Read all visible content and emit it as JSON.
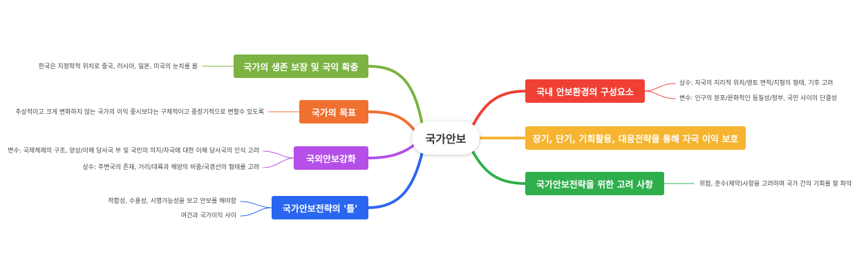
{
  "center": {
    "label": "국가안보"
  },
  "colors": {
    "green": "#7cb342",
    "orange": "#f07030",
    "purple": "#b44fe8",
    "blue": "#2a66f0",
    "red": "#f04035",
    "yellow": "#f6b431",
    "darkgreen": "#2faf4c"
  },
  "left": [
    {
      "label": "국가의 생존 보장 및 국익 확충",
      "color": "green",
      "leaves": [
        "한국은 지정학적 위치로 중국, 러시아, 일본, 미국의 눈치를 봄"
      ]
    },
    {
      "label": "국가의 목표",
      "color": "orange",
      "leaves": [
        "추상적이고 크게 변화하지 않는 국가의 이익 중시보다는 구체적이고 중장기적으로 변할수 있도록"
      ]
    },
    {
      "label": "국외안보강화",
      "color": "purple",
      "leaves": [
        "변수: 국제체제의 구조, 양상/이해 당사국 부 및 국민의 의지/자국에 대한 이해 당사국의 인식 고려",
        "상수: 주변국의 존재, 거리/대륙과 해양의 비중/국경선의 형태를 고려"
      ]
    },
    {
      "label": "국가안보전략의 '틀'",
      "color": "blue",
      "leaves": [
        "적합성, 수용성, 시행가능성을 보고 안보를 해야함",
        "여건과 국가이익 사이"
      ]
    }
  ],
  "right": [
    {
      "label": "국내 안보환경의 구성요소",
      "color": "red",
      "leaves": [
        "상수: 자국의 지리적 위치/영토 면적/지형의 형태, 기후 고려",
        "변수: 인구의 분포/문화적인 동질성/정부, 국민 사이의 단결성"
      ]
    },
    {
      "label": "장기, 단기, 기회활용, 대응전략을 통해 자국 이익 보호",
      "color": "yellow",
      "leaves": []
    },
    {
      "label": "국가안보전략을 위한 고려 사항",
      "color": "darkgreen",
      "leaves": [
        "위험, 준수(제약)사항을 고려하며 국가 간의 기회를 잘 파악"
      ]
    }
  ]
}
